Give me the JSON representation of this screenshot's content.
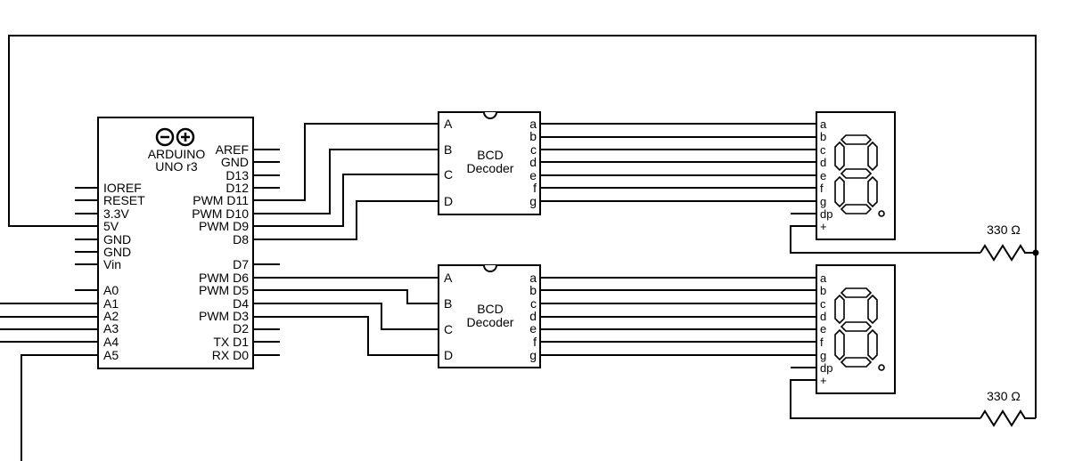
{
  "arduino": {
    "name": "ARDUINO",
    "model": "UNO r3",
    "left_pins": [
      "IOREF",
      "RESET",
      "3.3V",
      "5V",
      "GND",
      "GND",
      "Vin",
      "A0",
      "A1",
      "A2",
      "A3",
      "A4",
      "A5"
    ],
    "right_pins": [
      "AREF",
      "GND",
      "D13",
      "D12",
      "PWM D11",
      "PWM D10",
      "PWM D9",
      "D8",
      "D7",
      "PWM D6",
      "PWM D5",
      "D4",
      "PWM D3",
      "D2",
      "TX D1",
      "RX D0"
    ]
  },
  "decoder_top": {
    "title_line1": "BCD",
    "title_line2": "Decoder",
    "inputs": [
      "A",
      "B",
      "C",
      "D"
    ],
    "outputs": [
      "a",
      "b",
      "c",
      "d",
      "e",
      "f",
      "g"
    ]
  },
  "decoder_bottom": {
    "title_line1": "BCD",
    "title_line2": "Decoder",
    "inputs": [
      "A",
      "B",
      "C",
      "D"
    ],
    "outputs": [
      "a",
      "b",
      "c",
      "d",
      "e",
      "f",
      "g"
    ]
  },
  "display_top": {
    "pins": [
      "a",
      "b",
      "c",
      "d",
      "e",
      "f",
      "g",
      "dp",
      "+"
    ]
  },
  "display_bottom": {
    "pins": [
      "a",
      "b",
      "c",
      "d",
      "e",
      "f",
      "g",
      "dp",
      "+"
    ]
  },
  "resistor_top": {
    "label": "330 Ω"
  },
  "resistor_bottom": {
    "label": "330 Ω"
  }
}
